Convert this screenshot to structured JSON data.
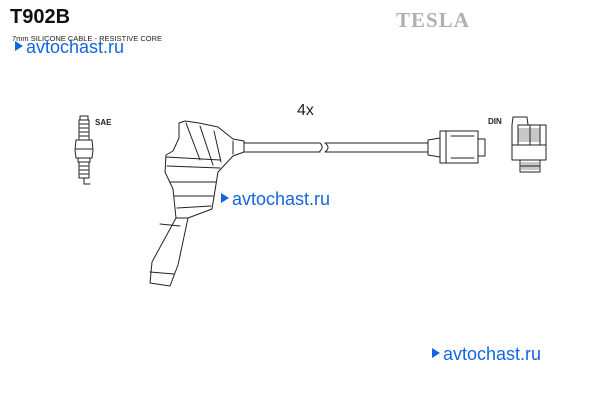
{
  "header": {
    "part_code": "T902B",
    "brand": "TESLA",
    "description": "7mm SILICONE CABLE - RESISTIVE CORE"
  },
  "drawing": {
    "quantity_label": "4x",
    "spark_plug_standard": "SAE",
    "distributor_standard": "DIN"
  },
  "watermarks": {
    "top": "avtochast.ru",
    "middle": "avtochast.ru",
    "bottom": "avtochast.ru"
  },
  "colors": {
    "watermark": "#1565e0",
    "line": "#222222",
    "brand_gray": "#b0b0b0"
  }
}
